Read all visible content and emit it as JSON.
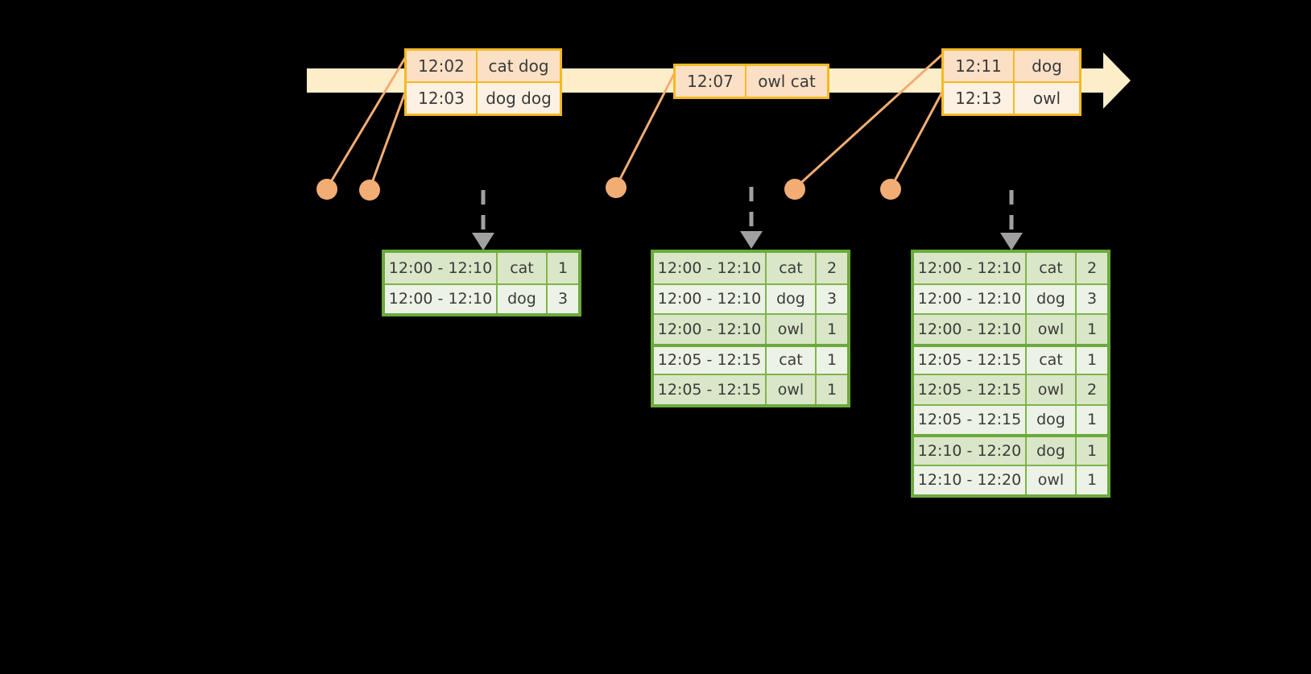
{
  "timeline": {
    "color": "#fdeec9",
    "arrow_label": "time-axis"
  },
  "connectors": {
    "color": "#f2ad74",
    "dot_label": "event-marker-dot"
  },
  "flow_arrow": {
    "color": "#a0a0a0",
    "label": "dashed-down-arrow"
  },
  "events": [
    {
      "id": "event-group-1",
      "rows": [
        {
          "time": "12:02",
          "words": "cat dog"
        },
        {
          "time": "12:03",
          "words": "dog dog"
        }
      ]
    },
    {
      "id": "event-group-2",
      "rows": [
        {
          "time": "12:07",
          "words": "owl cat"
        }
      ]
    },
    {
      "id": "event-group-3",
      "rows": [
        {
          "time": "12:11",
          "words": "dog"
        },
        {
          "time": "12:13",
          "words": "owl"
        }
      ]
    }
  ],
  "results": [
    {
      "id": "result-table-1",
      "rows": [
        {
          "window": "12:00 - 12:10",
          "word": "cat",
          "count": "1",
          "group": 0
        },
        {
          "window": "12:00 - 12:10",
          "word": "dog",
          "count": "3",
          "group": 0
        }
      ]
    },
    {
      "id": "result-table-2",
      "rows": [
        {
          "window": "12:00 - 12:10",
          "word": "cat",
          "count": "2",
          "group": 0
        },
        {
          "window": "12:00 - 12:10",
          "word": "dog",
          "count": "3",
          "group": 0
        },
        {
          "window": "12:00 - 12:10",
          "word": "owl",
          "count": "1",
          "group": 0
        },
        {
          "window": "12:05 - 12:15",
          "word": "cat",
          "count": "1",
          "group": 1
        },
        {
          "window": "12:05 - 12:15",
          "word": "owl",
          "count": "1",
          "group": 1
        }
      ]
    },
    {
      "id": "result-table-3",
      "rows": [
        {
          "window": "12:00 - 12:10",
          "word": "cat",
          "count": "2",
          "group": 0
        },
        {
          "window": "12:00 - 12:10",
          "word": "dog",
          "count": "3",
          "group": 0
        },
        {
          "window": "12:00 - 12:10",
          "word": "owl",
          "count": "1",
          "group": 0
        },
        {
          "window": "12:05 - 12:15",
          "word": "cat",
          "count": "1",
          "group": 1
        },
        {
          "window": "12:05 - 12:15",
          "word": "owl",
          "count": "2",
          "group": 1
        },
        {
          "window": "12:05 - 12:15",
          "word": "dog",
          "count": "1",
          "group": 1
        },
        {
          "window": "12:10 - 12:20",
          "word": "dog",
          "count": "1",
          "group": 2
        },
        {
          "window": "12:10 - 12:20",
          "word": "owl",
          "count": "1",
          "group": 2
        }
      ]
    }
  ]
}
